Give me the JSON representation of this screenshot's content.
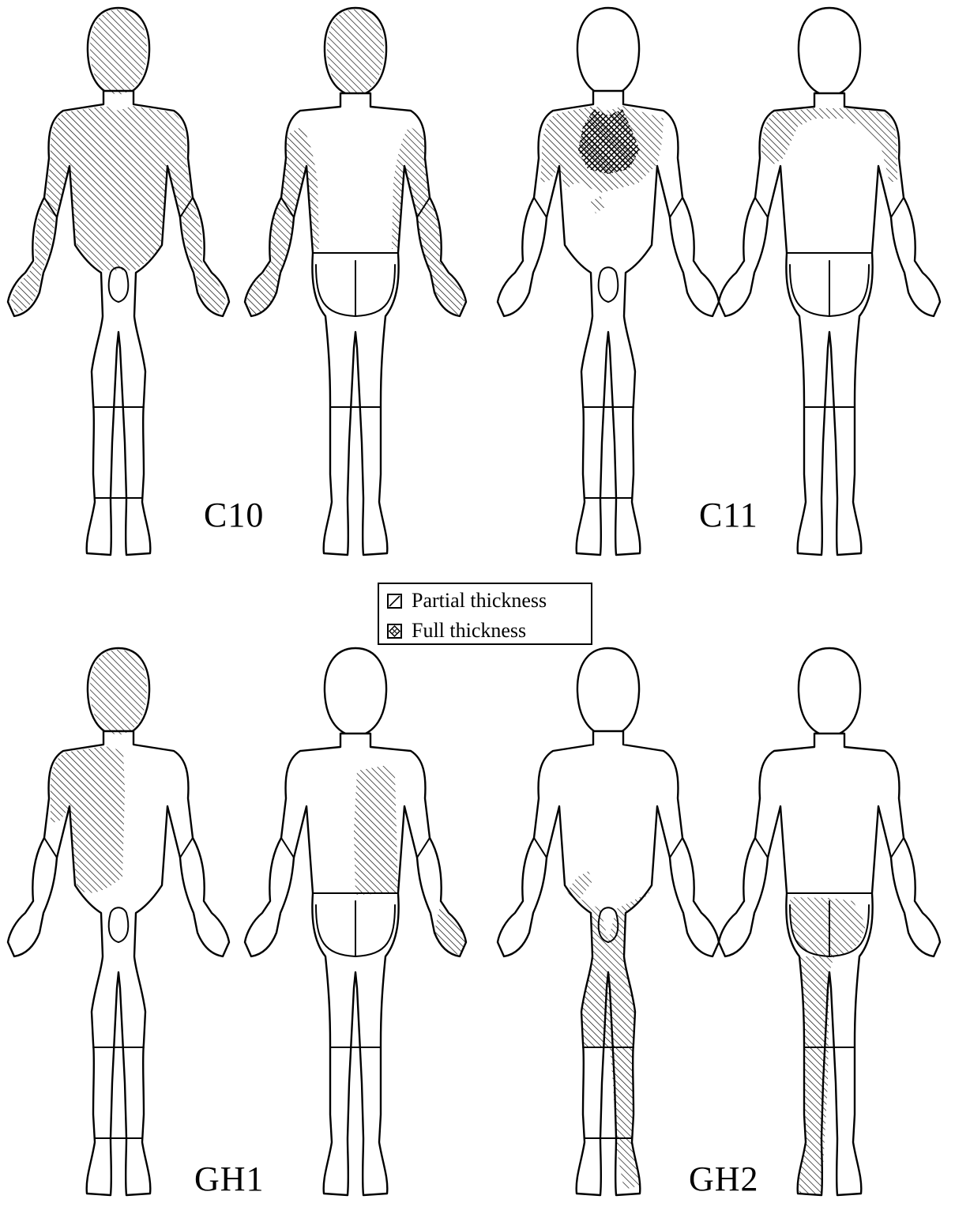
{
  "figure": {
    "panels": [
      {
        "id": "C10",
        "label": "C10"
      },
      {
        "id": "C11",
        "label": "C11"
      },
      {
        "id": "GH1",
        "label": "GH1"
      },
      {
        "id": "GH2",
        "label": "GH2"
      }
    ],
    "legend": {
      "partial_label": "Partial thickness",
      "full_label": "Full thickness"
    },
    "views": [
      "front",
      "back"
    ],
    "burn_regions": {
      "C10": {
        "front": [
          "head",
          "torso",
          "arm-left",
          "arm-right"
        ],
        "back": [
          "head",
          "back-flanks",
          "arm-left",
          "arm-right"
        ]
      },
      "C11": {
        "front": [
          "upper-chest-partial",
          "upper-chest-full",
          "arm-left-upper"
        ],
        "back": [
          "shoulders"
        ]
      },
      "GH1": {
        "front": [
          "head",
          "torso-right-half",
          "arm-left-upper"
        ],
        "back": [
          "back-left-half",
          "hand-left"
        ]
      },
      "GH2": {
        "front": [
          "groin",
          "leg-left"
        ],
        "back": [
          "buttocks",
          "leg-right"
        ]
      }
    }
  }
}
